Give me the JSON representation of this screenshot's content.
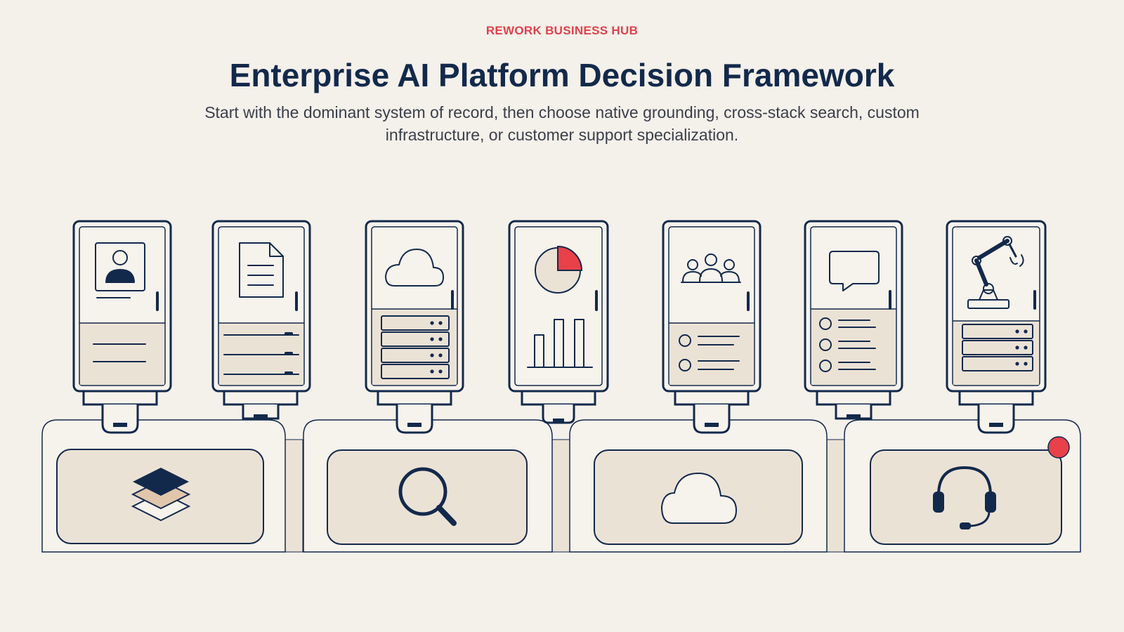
{
  "header": {
    "kicker": "REWORK BUSINESS HUB",
    "title": "Enterprise AI Platform Decision Framework",
    "subtitle": "Start with the dominant system of record, then choose native grounding, cross-stack search, custom infrastructure, or customer support specialization."
  },
  "colors": {
    "navy": "#13294b",
    "accent_red": "#e8414a",
    "panel_fill": "#ebe2d6",
    "card_fill": "#f6f2ec",
    "background": "#f4f0ea"
  },
  "systems": [
    {
      "icon": "contact-card-icon",
      "lower": "text-lines"
    },
    {
      "icon": "document-icon",
      "lower": "drawers"
    },
    {
      "icon": "cloud-icon",
      "lower": "server-rack"
    },
    {
      "icon": "pie-chart-icon",
      "lower": "bar-chart"
    },
    {
      "icon": "team-icon",
      "lower": "list"
    },
    {
      "icon": "chat-bubble-icon",
      "lower": "list"
    },
    {
      "icon": "robot-arm-icon",
      "lower": "server-rack"
    }
  ],
  "platforms": [
    {
      "icon": "layers-icon",
      "meaning": "native grounding"
    },
    {
      "icon": "magnifier-icon",
      "meaning": "cross-stack search"
    },
    {
      "icon": "cloud-icon",
      "meaning": "custom infrastructure"
    },
    {
      "icon": "headset-icon",
      "meaning": "customer support specialization",
      "badge": true
    }
  ]
}
